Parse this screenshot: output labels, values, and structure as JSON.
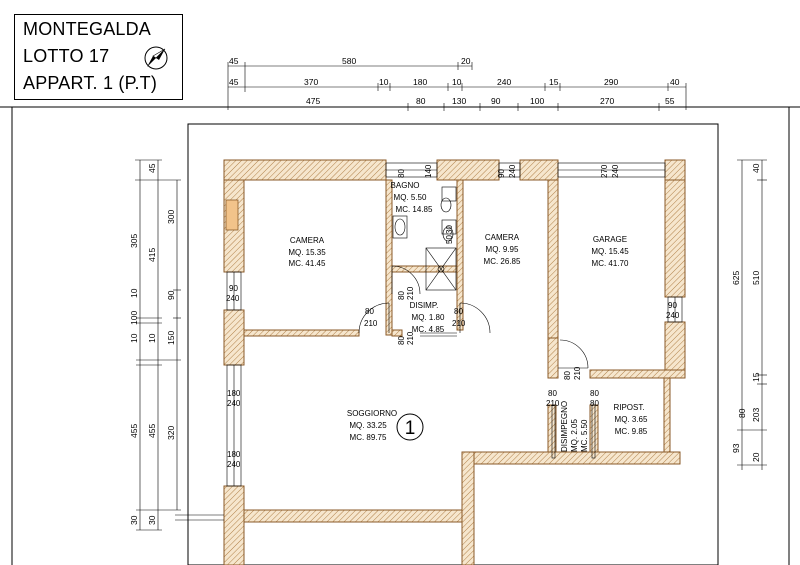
{
  "title_block": {
    "line1": "MONTEGALDA",
    "line2": "LOTTO 17",
    "line3": "APPART. 1  (P.T)"
  },
  "top_dimensions": {
    "row1": [
      "45",
      "580",
      "20"
    ],
    "row2": [
      "45",
      "370",
      "10",
      "180",
      "10",
      "240",
      "15",
      "290",
      "40"
    ],
    "row3": [
      "475",
      "80",
      "130",
      "90",
      "100",
      "270",
      "55"
    ]
  },
  "left_dimensions": {
    "col1": [
      "305",
      "10",
      "100",
      "10",
      "455",
      "30"
    ],
    "col2": [
      "45",
      "415",
      "10",
      "455",
      "30"
    ],
    "col3": [
      "300",
      "90",
      "150",
      "320"
    ]
  },
  "right_dimensions": {
    "col1": [
      "625",
      "93"
    ],
    "col2": [
      "40",
      "510",
      "15",
      "80",
      "203",
      "20"
    ]
  },
  "rooms": [
    {
      "name": "CAMERA",
      "area": "MQ. 15.35",
      "volume": "MC. 41.45"
    },
    {
      "name": "BAGNO",
      "area": "MQ. 5.50",
      "volume": "MC. 14.85"
    },
    {
      "name": "CAMERA",
      "area": "MQ. 9.95",
      "volume": "MC. 26.85"
    },
    {
      "name": "GARAGE",
      "area": "MQ. 15.45",
      "volume": "MC. 41.70"
    },
    {
      "name": "DISIMP.",
      "area": "MQ. 1.80",
      "volume": "MC. 4.85"
    },
    {
      "name": "SOGGIORNO",
      "area": "MQ. 33.25",
      "volume": "MC. 89.75"
    },
    {
      "name": "RIPOST.",
      "area": "MQ. 3.65",
      "volume": "MC. 9.85"
    },
    {
      "name": "DISIMPEGNO",
      "area": "MQ. 2.05",
      "volume": "MC. 5.50"
    }
  ],
  "apartment_number": "1",
  "openings": [
    "80",
    "140",
    "90",
    "240",
    "270",
    "240",
    "90",
    "240",
    "80",
    "210",
    "80",
    "210",
    "90",
    "240",
    "80",
    "210",
    "80",
    "210",
    "80",
    "210",
    "80",
    "210",
    "80",
    "80",
    "180",
    "240",
    "180",
    "240",
    "50",
    "30",
    "80",
    "210",
    "80",
    "210"
  ]
}
